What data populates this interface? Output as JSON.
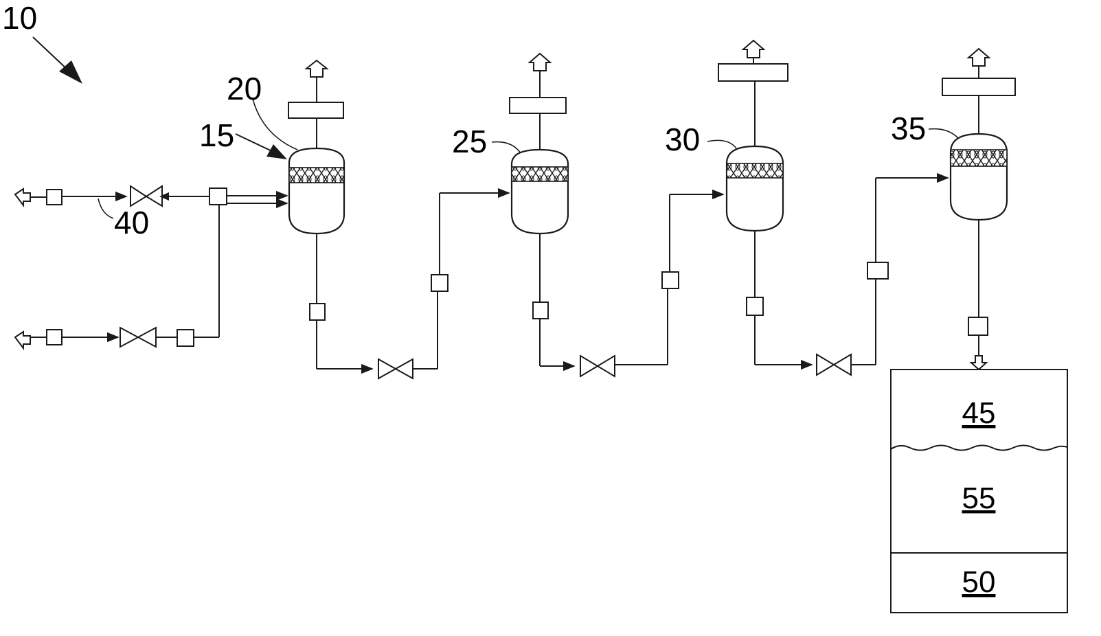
{
  "labels": {
    "system": "10",
    "reactor_first": "15",
    "vessel_first": "20",
    "vessel_second": "25",
    "vessel_third": "30",
    "vessel_fourth": "35",
    "feed_line": "40",
    "tank_top_layer": "45",
    "tank_middle_layer": "55",
    "tank_bottom_layer": "50"
  },
  "colors": {
    "line": "#1a1a1a",
    "background": "#ffffff"
  }
}
